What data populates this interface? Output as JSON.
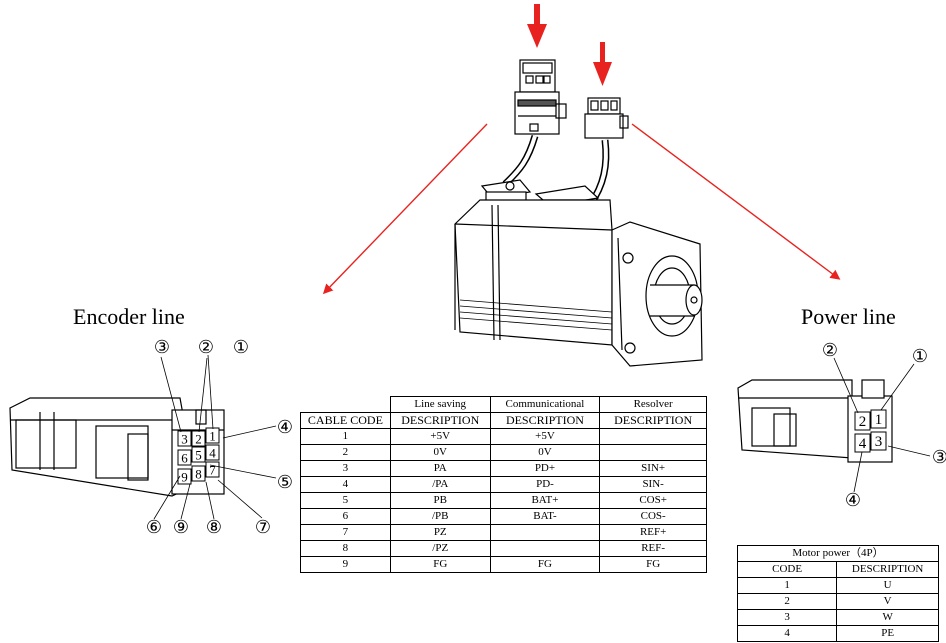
{
  "titles": {
    "encoder": "Encoder line",
    "power": "Power line"
  },
  "encoder_callouts": [
    "①",
    "②",
    "③",
    "④",
    "⑤",
    "⑥",
    "⑦",
    "⑧",
    "⑨"
  ],
  "encoder_pins": [
    "1",
    "2",
    "3",
    "4",
    "5",
    "6",
    "7",
    "8",
    "9"
  ],
  "power_callouts": [
    "①",
    "②",
    "③",
    "④"
  ],
  "power_pins": [
    "1",
    "2",
    "3",
    "4"
  ],
  "encoder_table": {
    "group_headers": [
      "Line saving",
      "Communicational",
      "Resolver"
    ],
    "col_headers": [
      "CABLE CODE",
      "DESCRIPTION",
      "DESCRIPTION",
      "DESCRIPTION"
    ],
    "rows": [
      [
        "1",
        "+5V",
        "+5V",
        ""
      ],
      [
        "2",
        "0V",
        "0V",
        ""
      ],
      [
        "3",
        "PA",
        "PD+",
        "SIN+"
      ],
      [
        "4",
        "/PA",
        "PD-",
        "SIN-"
      ],
      [
        "5",
        "PB",
        "BAT+",
        "COS+"
      ],
      [
        "6",
        "/PB",
        "BAT-",
        "COS-"
      ],
      [
        "7",
        "PZ",
        "",
        "REF+"
      ],
      [
        "8",
        "/PZ",
        "",
        "REF-"
      ],
      [
        "9",
        "FG",
        "FG",
        "FG"
      ]
    ]
  },
  "power_table": {
    "title": "Motor power（4P）",
    "col_headers": [
      "CODE",
      "DESCRIPTION"
    ],
    "rows": [
      [
        "1",
        "U"
      ],
      [
        "2",
        "V"
      ],
      [
        "3",
        "W"
      ],
      [
        "4",
        "PE"
      ]
    ]
  },
  "colors": {
    "arrow": "#e8231f",
    "line": "#000000"
  }
}
